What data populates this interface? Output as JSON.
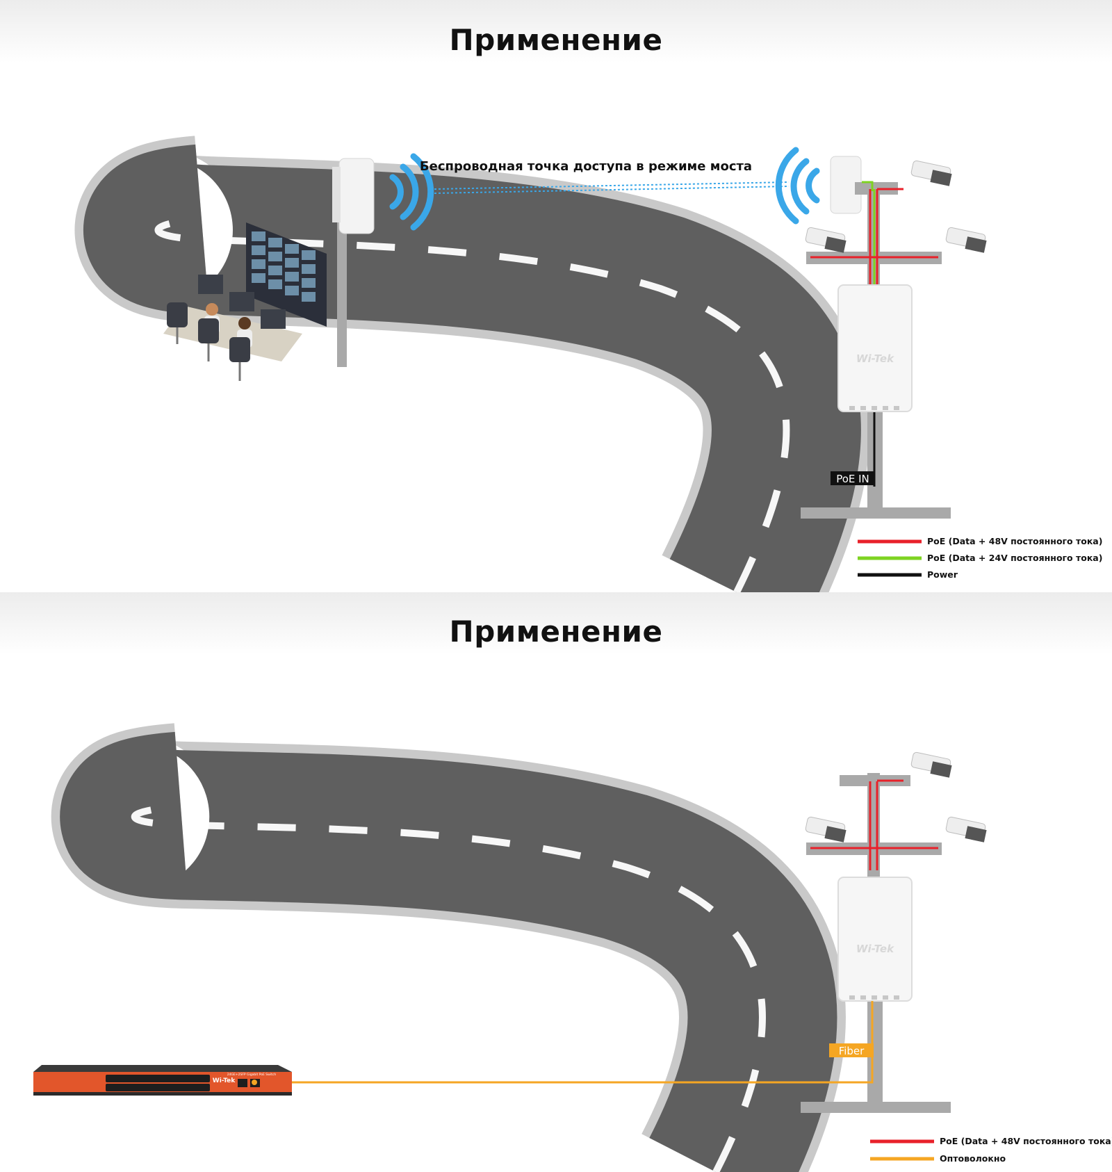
{
  "panel1": {
    "title": "Применение",
    "bridge_label": "Беспроводная точка доступа в режиме моста",
    "poe_in_tag": "PoE IN",
    "device_brand": "Wi-Tek",
    "legend": [
      {
        "label": "PoE (Data + 48V постоянного тока)",
        "color": "#e8212a"
      },
      {
        "label": "PoE (Data + 24V постоянного тока)",
        "color": "#7ed321"
      },
      {
        "label": "Power",
        "color": "#111111"
      }
    ]
  },
  "panel2": {
    "title": "Применение",
    "fiber_tag": "Fiber",
    "device_brand": "Wi-Tek",
    "switch_brand": "Wi-Tek",
    "switch_model": "24GE+2SFP Gigabit PoE Switch",
    "legend": [
      {
        "label": "PoE (Data + 48V постоянного тока)",
        "color": "#e8212a"
      },
      {
        "label": "Оптоволокно",
        "color": "#f5a623"
      }
    ]
  },
  "colors": {
    "road": "#5f5f5f",
    "pole": "#a9a9a9",
    "wifi": "#3aa7e8",
    "switch": "#e2562b"
  }
}
